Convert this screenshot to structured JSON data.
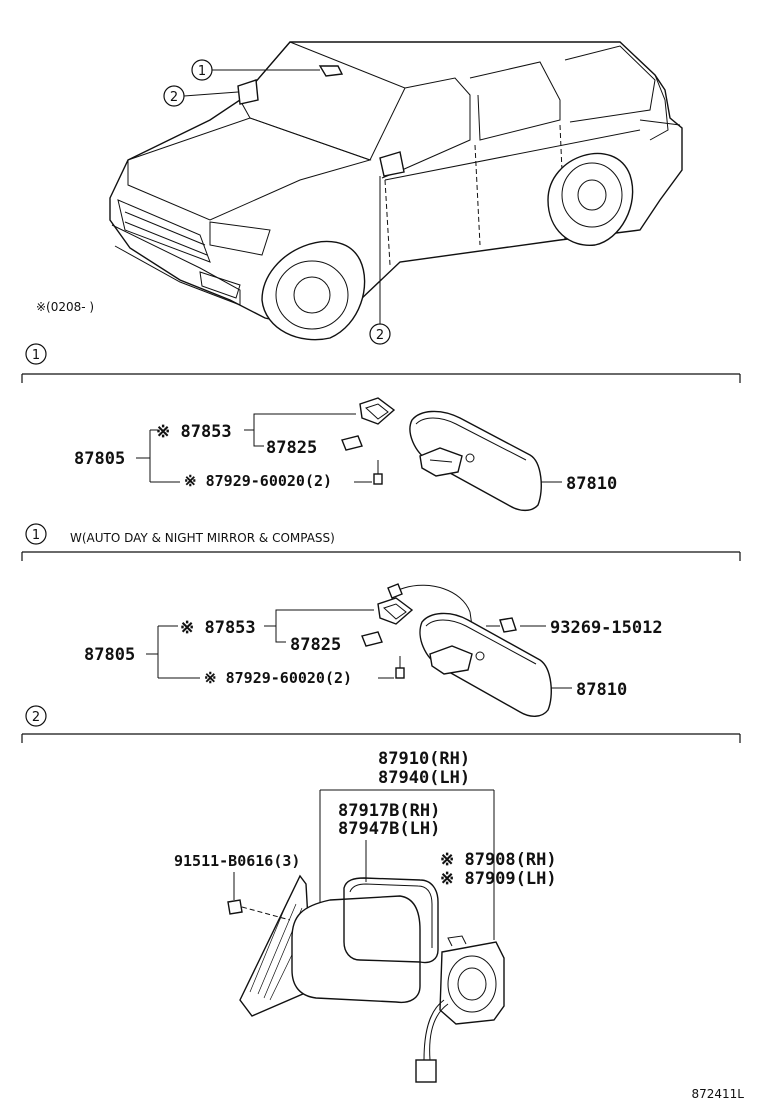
{
  "overview": {
    "callouts": [
      "1",
      "2",
      "2"
    ],
    "note": "※(0208-    )"
  },
  "section1": {
    "callout": "1",
    "parts": {
      "p87805": "87805",
      "p87853": "※ 87853",
      "p87825": "87825",
      "p87929": "※ 87929-60020(2)",
      "p87810": "87810"
    }
  },
  "section2": {
    "callout": "1",
    "title": "W(AUTO DAY & NIGHT MIRROR & COMPASS)",
    "parts": {
      "p87805": "87805",
      "p87853": "※ 87853",
      "p87825": "87825",
      "p87929": "※ 87929-60020(2)",
      "p87810": "87810",
      "p93269": "93269-15012"
    }
  },
  "section3": {
    "callout": "2",
    "parts": {
      "p87910": "87910(RH)",
      "p87940": "87940(LH)",
      "p87917": "87917B(RH)",
      "p87947": "87947B(LH)",
      "p91511": "91511-B0616(3)",
      "p87908": "※ 87908(RH)",
      "p87909": "※ 87909(LH)"
    }
  },
  "footer": {
    "code": "872411L"
  }
}
